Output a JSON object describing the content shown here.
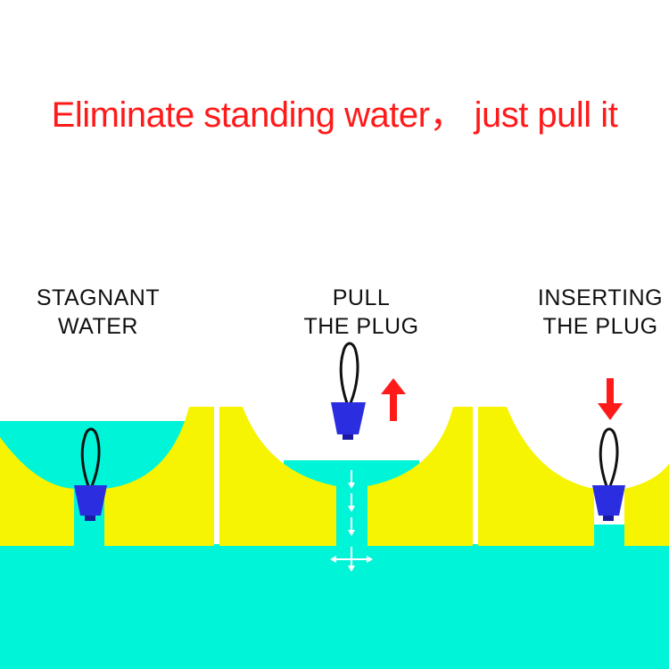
{
  "headline": {
    "text": "Eliminate standing water， just pull it",
    "color": "#ff1a1a"
  },
  "panels": [
    {
      "id": "stagnant",
      "label_line1": "STAGNANT",
      "label_line2": "WATER"
    },
    {
      "id": "pull",
      "label_line1": "PULL",
      "label_line2": "THE PLUG",
      "arrow": "up"
    },
    {
      "id": "insert",
      "label_line1": "INSERTING",
      "label_line2": "THE PLUG",
      "arrow": "down"
    }
  ],
  "colors": {
    "water": "#00f5d8",
    "hull": "#f6f400",
    "plug": "#2a2ee0",
    "plug_dark": "#1a1aa0",
    "cord": "#111111",
    "arrow": "#ff1a1a",
    "flow_arrows": "#ffffff"
  }
}
